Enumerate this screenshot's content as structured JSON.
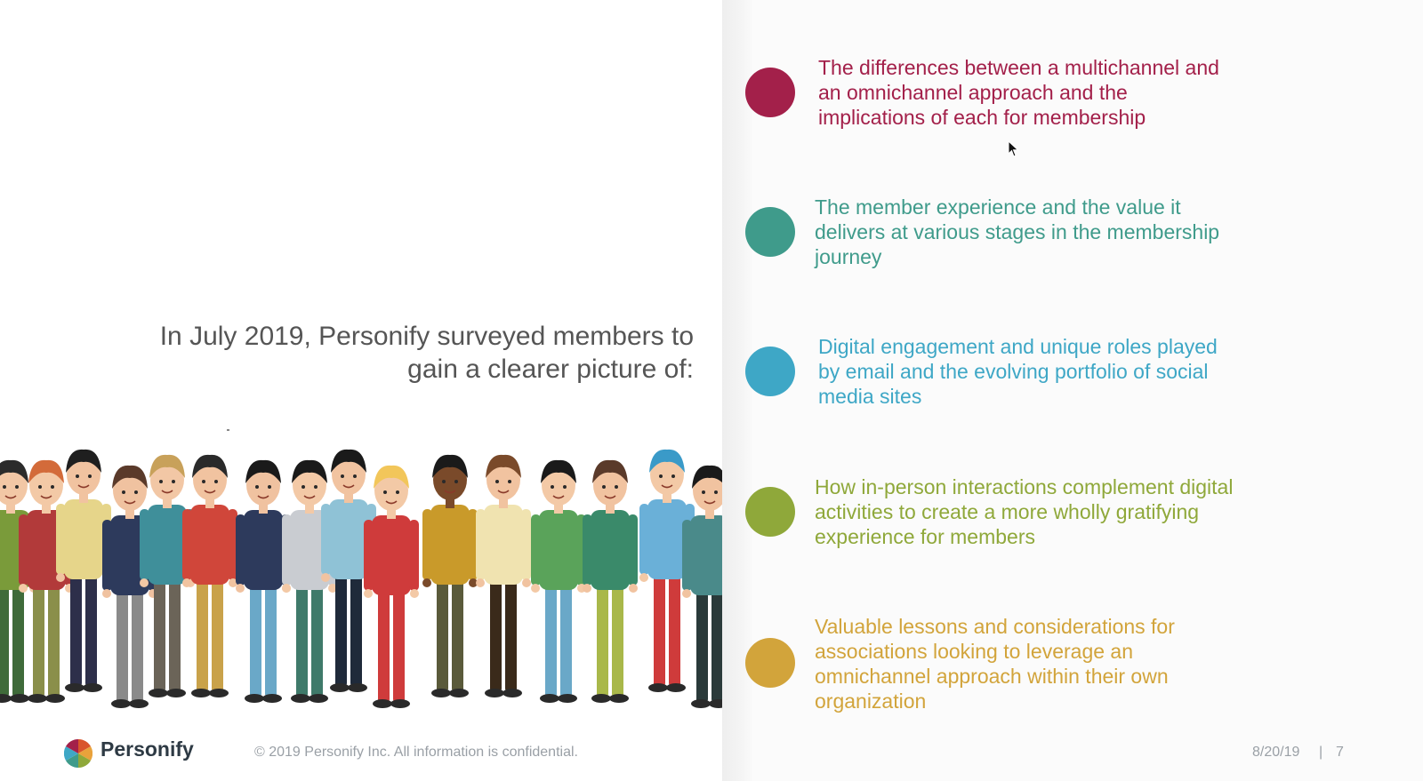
{
  "slide": {
    "intro_line1": "In July 2019, Personify surveyed members to",
    "intro_line2": "gain a clearer picture of:"
  },
  "bullets": [
    {
      "color": "#a3204a",
      "lines": [
        "The differences between a multichannel and",
        "an omnichannel approach and the",
        "implications of each for membership"
      ]
    },
    {
      "color": "#3f9b8b",
      "lines": [
        "The member experience and the value it",
        "delivers at various stages in the membership",
        "journey"
      ]
    },
    {
      "color": "#3ea7c6",
      "lines": [
        "Digital engagement and unique roles played",
        "by email and the evolving portfolio of social",
        "media sites"
      ]
    },
    {
      "color": "#8fa83a",
      "lines": [
        "How in-person interactions complement digital",
        "activities to create a more wholly gratifying",
        "experience for members"
      ]
    },
    {
      "color": "#d2a43b",
      "lines": [
        "Valuable lessons and considerations for",
        "associations looking to leverage an",
        "omnichannel approach within their own",
        "organization"
      ]
    }
  ],
  "footer": {
    "brand": "Personify",
    "copyright": "© 2019 Personify Inc. All information is confidential.",
    "date": "8/20/19",
    "separator": "|",
    "page": "7"
  },
  "icons": {
    "logo": "personify-logo-icon",
    "crowd": "crowd-of-people-illustration",
    "cursor": "mouse-cursor-icon"
  }
}
